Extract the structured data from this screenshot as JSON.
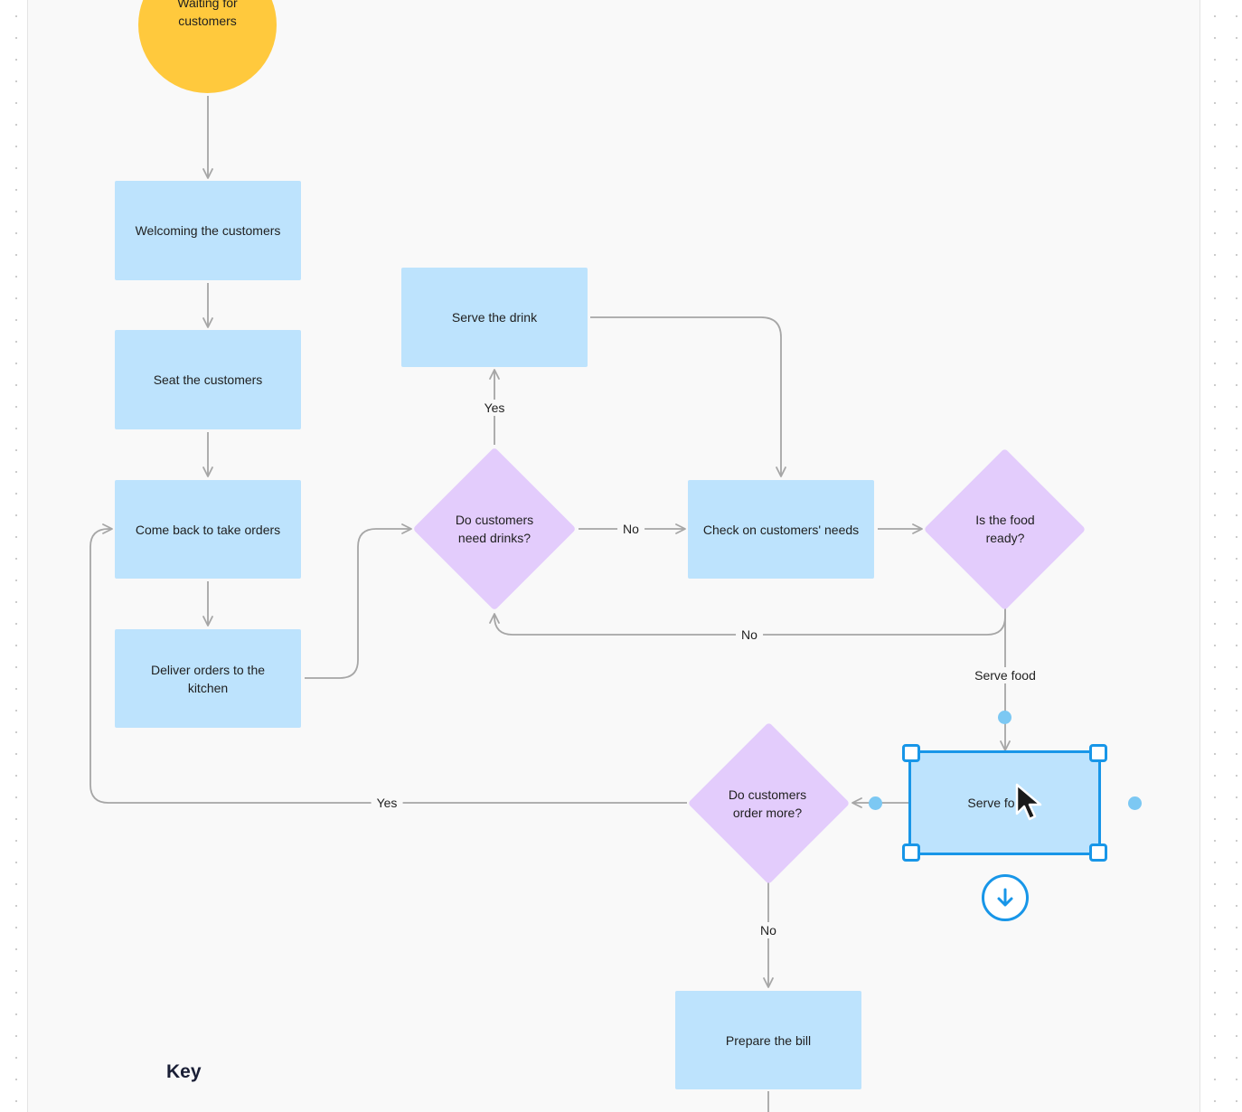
{
  "nodes": {
    "waiting": "Waiting for customers",
    "welcoming": "Welcoming the customers",
    "seat": "Seat the customers",
    "take_orders": "Come back to take orders",
    "deliver": "Deliver orders to the kitchen",
    "serve_drink": "Serve the drink",
    "need_drinks": "Do customers need drinks?",
    "check_needs": "Check on customers' needs",
    "food_ready": "Is the food ready?",
    "serve_food": "Serve fo",
    "order_more": "Do customers order more?",
    "prepare_bill": "Prepare the bill"
  },
  "edge_labels": {
    "yes_drinks": "Yes",
    "no_drinks": "No",
    "no_food_ready": "No",
    "serve_food": "Serve food",
    "yes_order_more": "Yes",
    "no_order_more": "No"
  },
  "key_title": "Key",
  "colors": {
    "process": "#bde3fd",
    "decision": "#e3ccfc",
    "terminal": "#ffc93d",
    "connector": "#a6a6a6",
    "selection": "#1896e8"
  },
  "icons": {
    "add_below": "arrow-down-circle-icon",
    "cursor": "mouse-pointer-icon"
  }
}
